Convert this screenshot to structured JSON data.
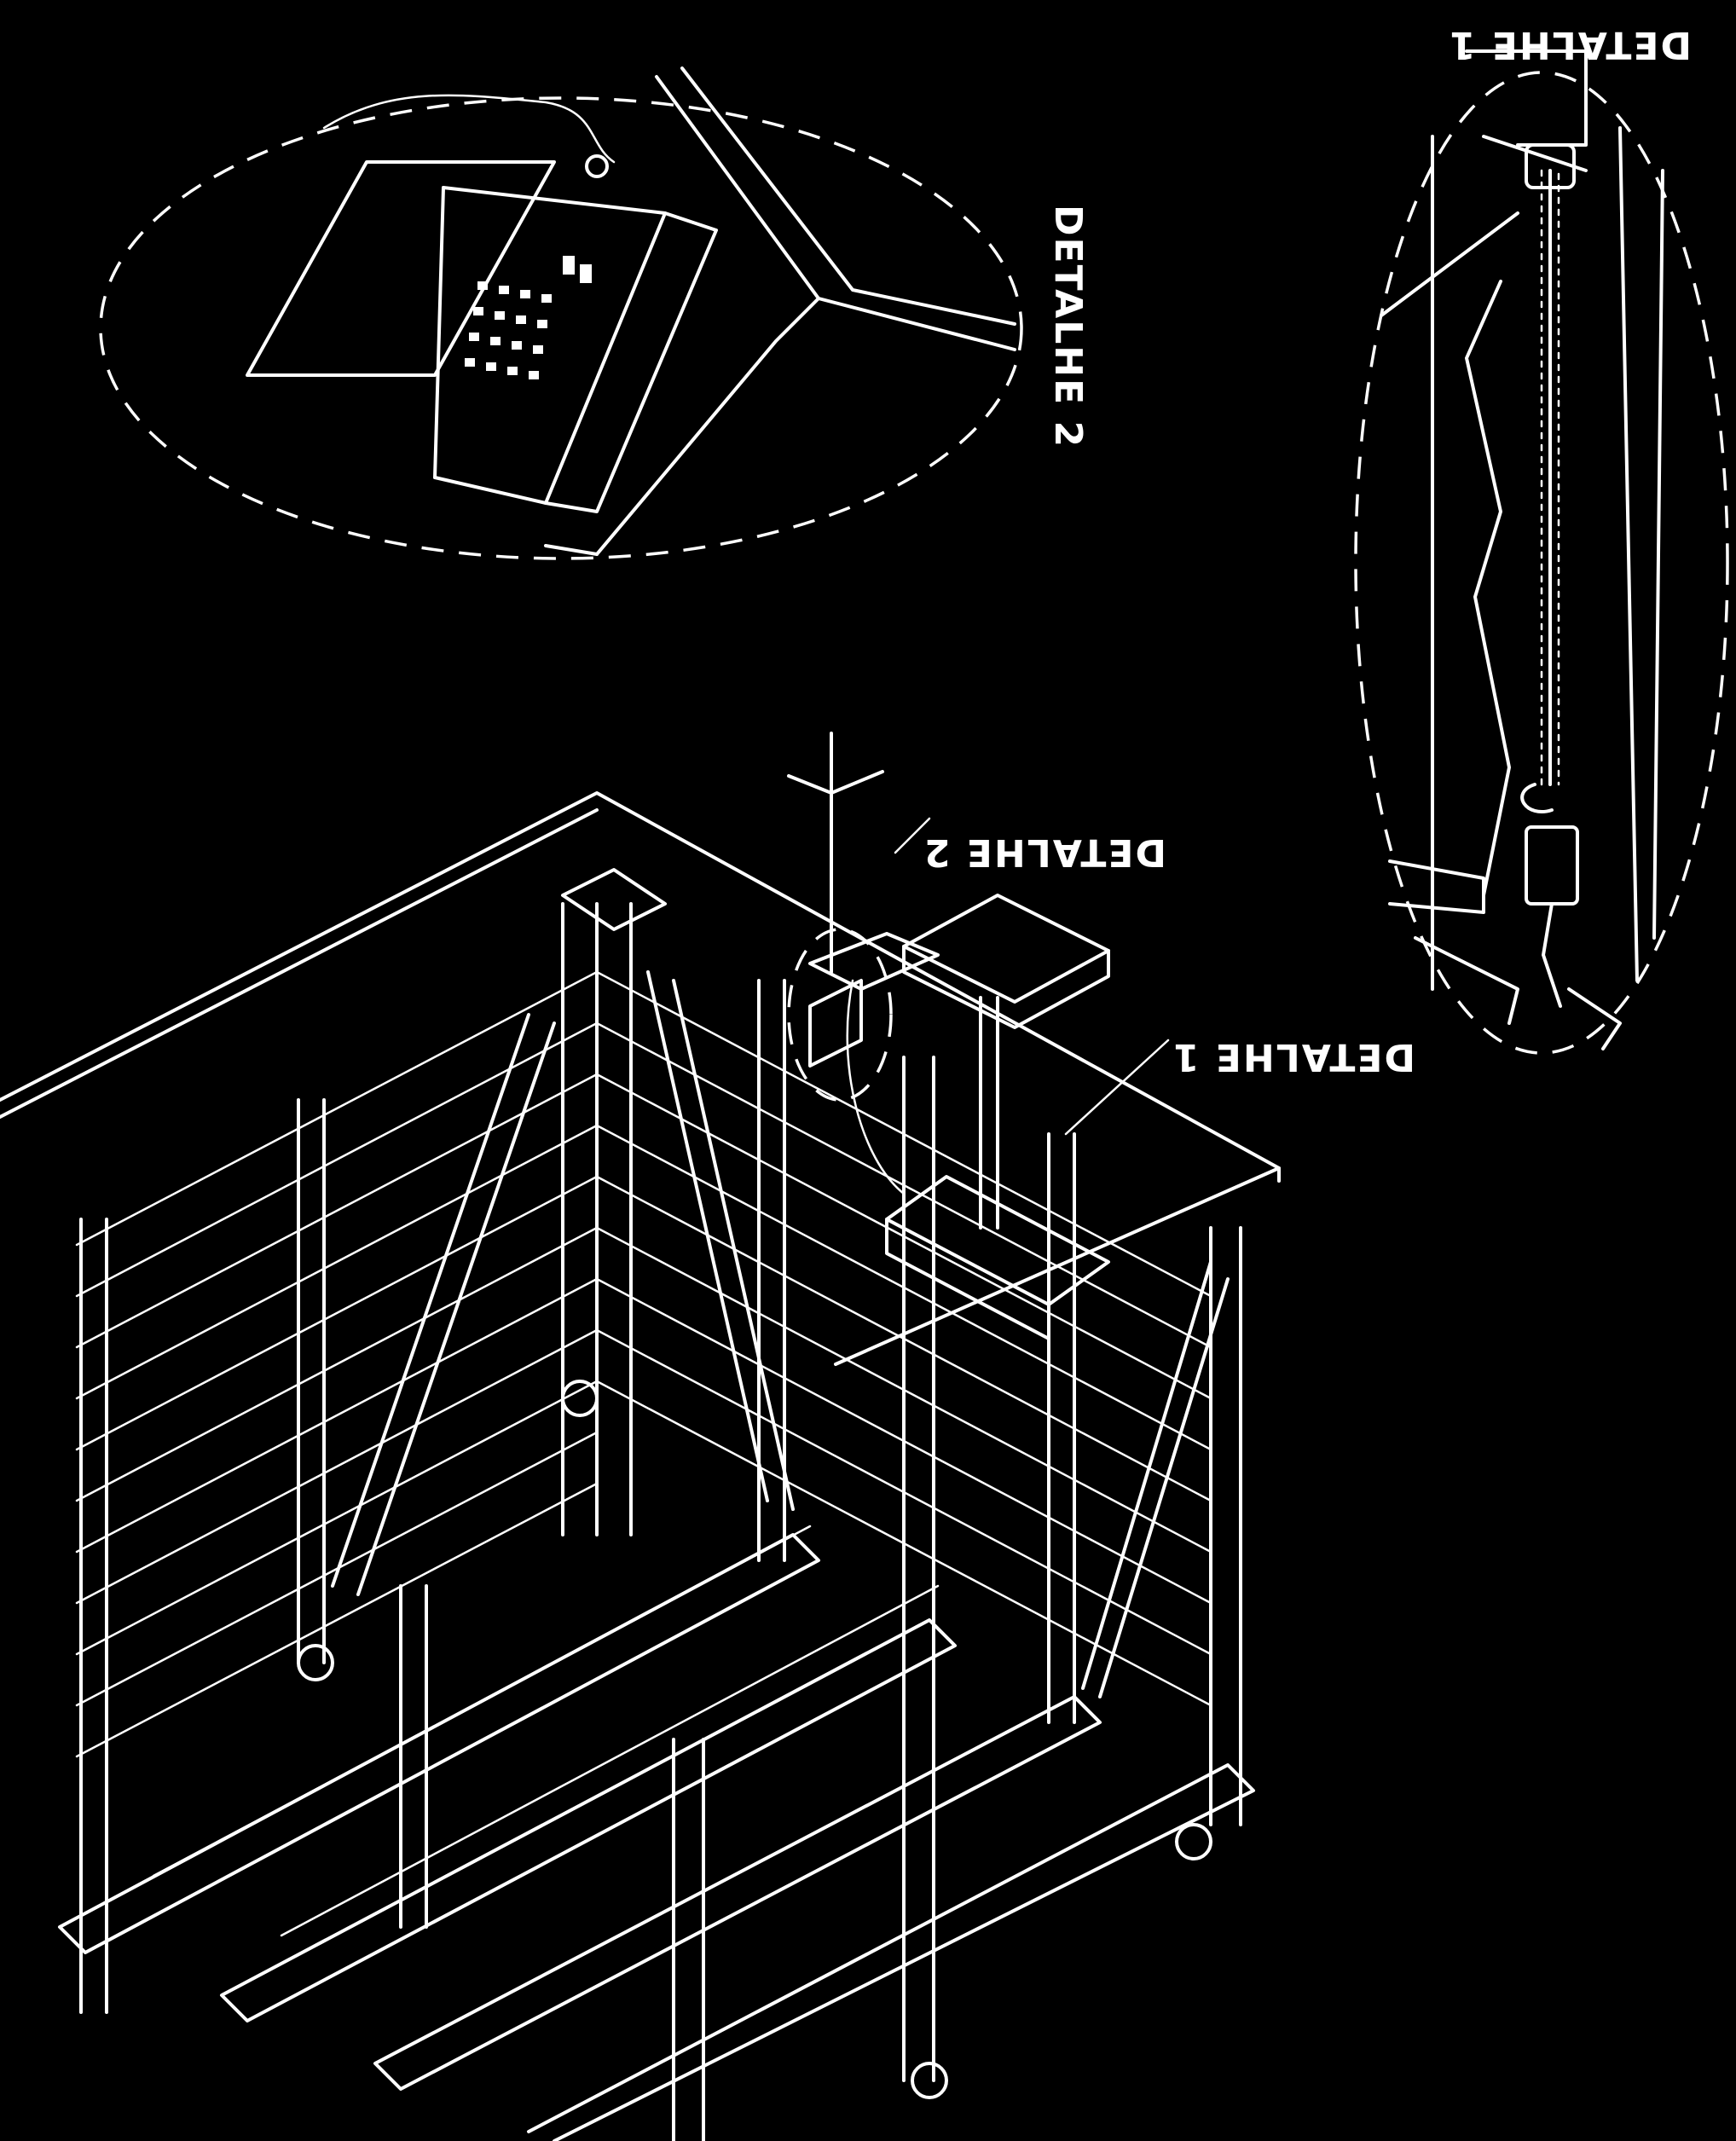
{
  "labels": {
    "detail_1": "DETALHE 1",
    "detail_2": "DETALHE 2",
    "detail_1_inset": "DETALHE 1",
    "detail_2_inset": "DETALHE 2"
  }
}
